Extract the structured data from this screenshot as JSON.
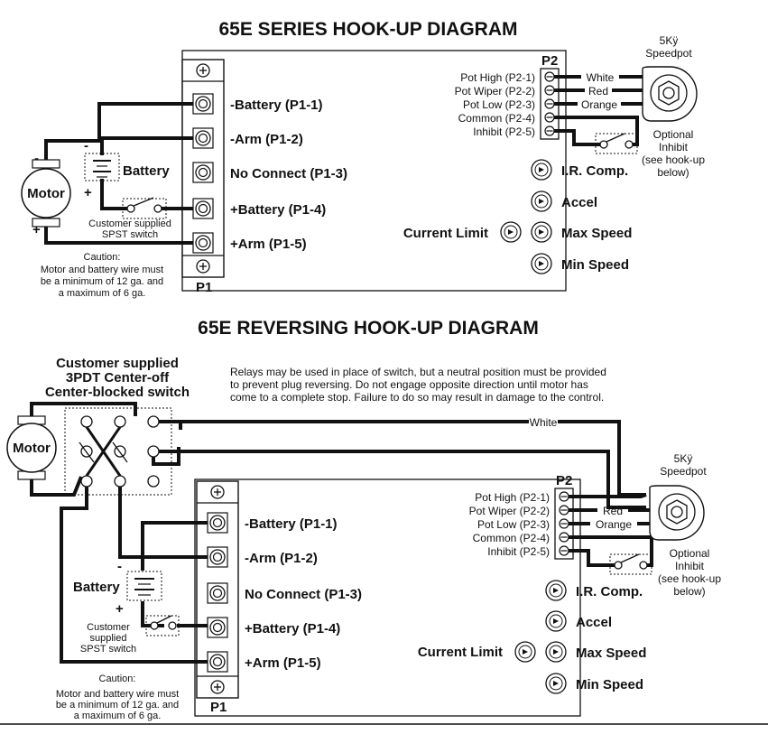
{
  "series": {
    "title": "65E SERIES HOOK-UP DIAGRAM",
    "terminals": [
      "-Battery (P1-1)",
      "-Arm (P1-2)",
      "No Connect (P1-3)",
      "+Battery (P1-4)",
      "+Arm (P1-5)"
    ],
    "p1_label": "P1",
    "p2_label": "P2",
    "p2_pins": [
      "Pot High (P2-1)",
      "Pot Wiper (P2-2)",
      "Pot Low (P2-3)",
      "Common (P2-4)",
      "Inhibit (P2-5)"
    ],
    "wire_colors": [
      "White",
      "Red",
      "Orange"
    ],
    "speedpot": [
      "5Kÿ",
      "Speedpot"
    ],
    "optional_inhibit": [
      "Optional",
      "Inhibit",
      "(see hook-up",
      "below)"
    ],
    "trimpots": [
      "I.R. Comp.",
      "Accel",
      "Max Speed",
      "Min Speed"
    ],
    "current_limit": "Current Limit",
    "motor": "Motor",
    "battery": "Battery",
    "switch_label": [
      "Customer supplied",
      "SPST switch"
    ],
    "caution": [
      "Caution:",
      "Motor and battery wire must",
      "be a minimum of 12 ga. and",
      "a maximum of 6 ga."
    ],
    "minus": "-",
    "plus": "+"
  },
  "reversing": {
    "title": "65E REVERSING HOOK-UP DIAGRAM",
    "switch_title": [
      "Customer supplied",
      "3PDT Center-off",
      "Center-blocked switch"
    ],
    "note": [
      "Relays may be used in place of switch, but a neutral position must be provided",
      "to prevent plug reversing. Do not engage opposite direction until motor has",
      "come to a complete stop. Failure to do so may result in damage to the control."
    ],
    "terminals": [
      "-Battery (P1-1)",
      "-Arm (P1-2)",
      "No Connect (P1-3)",
      "+Battery (P1-4)",
      "+Arm (P1-5)"
    ],
    "p1_label": "P1",
    "p2_label": "P2",
    "p2_pins": [
      "Pot High (P2-1)",
      "Pot Wiper (P2-2)",
      "Pot Low (P2-3)",
      "Common (P2-4)",
      "Inhibit (P2-5)"
    ],
    "wire_colors": [
      "White",
      "Red",
      "Orange"
    ],
    "speedpot": [
      "5Kÿ",
      "Speedpot"
    ],
    "optional_inhibit": [
      "Optional",
      "Inhibit",
      "(see hook-up",
      "below)"
    ],
    "trimpots": [
      "I.R. Comp.",
      "Accel",
      "Max Speed",
      "Min Speed"
    ],
    "current_limit": "Current Limit",
    "motor": "Motor",
    "battery": "Battery",
    "switch_label": [
      "Customer",
      "supplied",
      "SPST switch"
    ],
    "caution": [
      "Caution:",
      "Motor and battery wire must",
      "be a minimum of 12 ga. and",
      "a maximum of 6 ga."
    ],
    "minus": "-",
    "plus": "+"
  }
}
